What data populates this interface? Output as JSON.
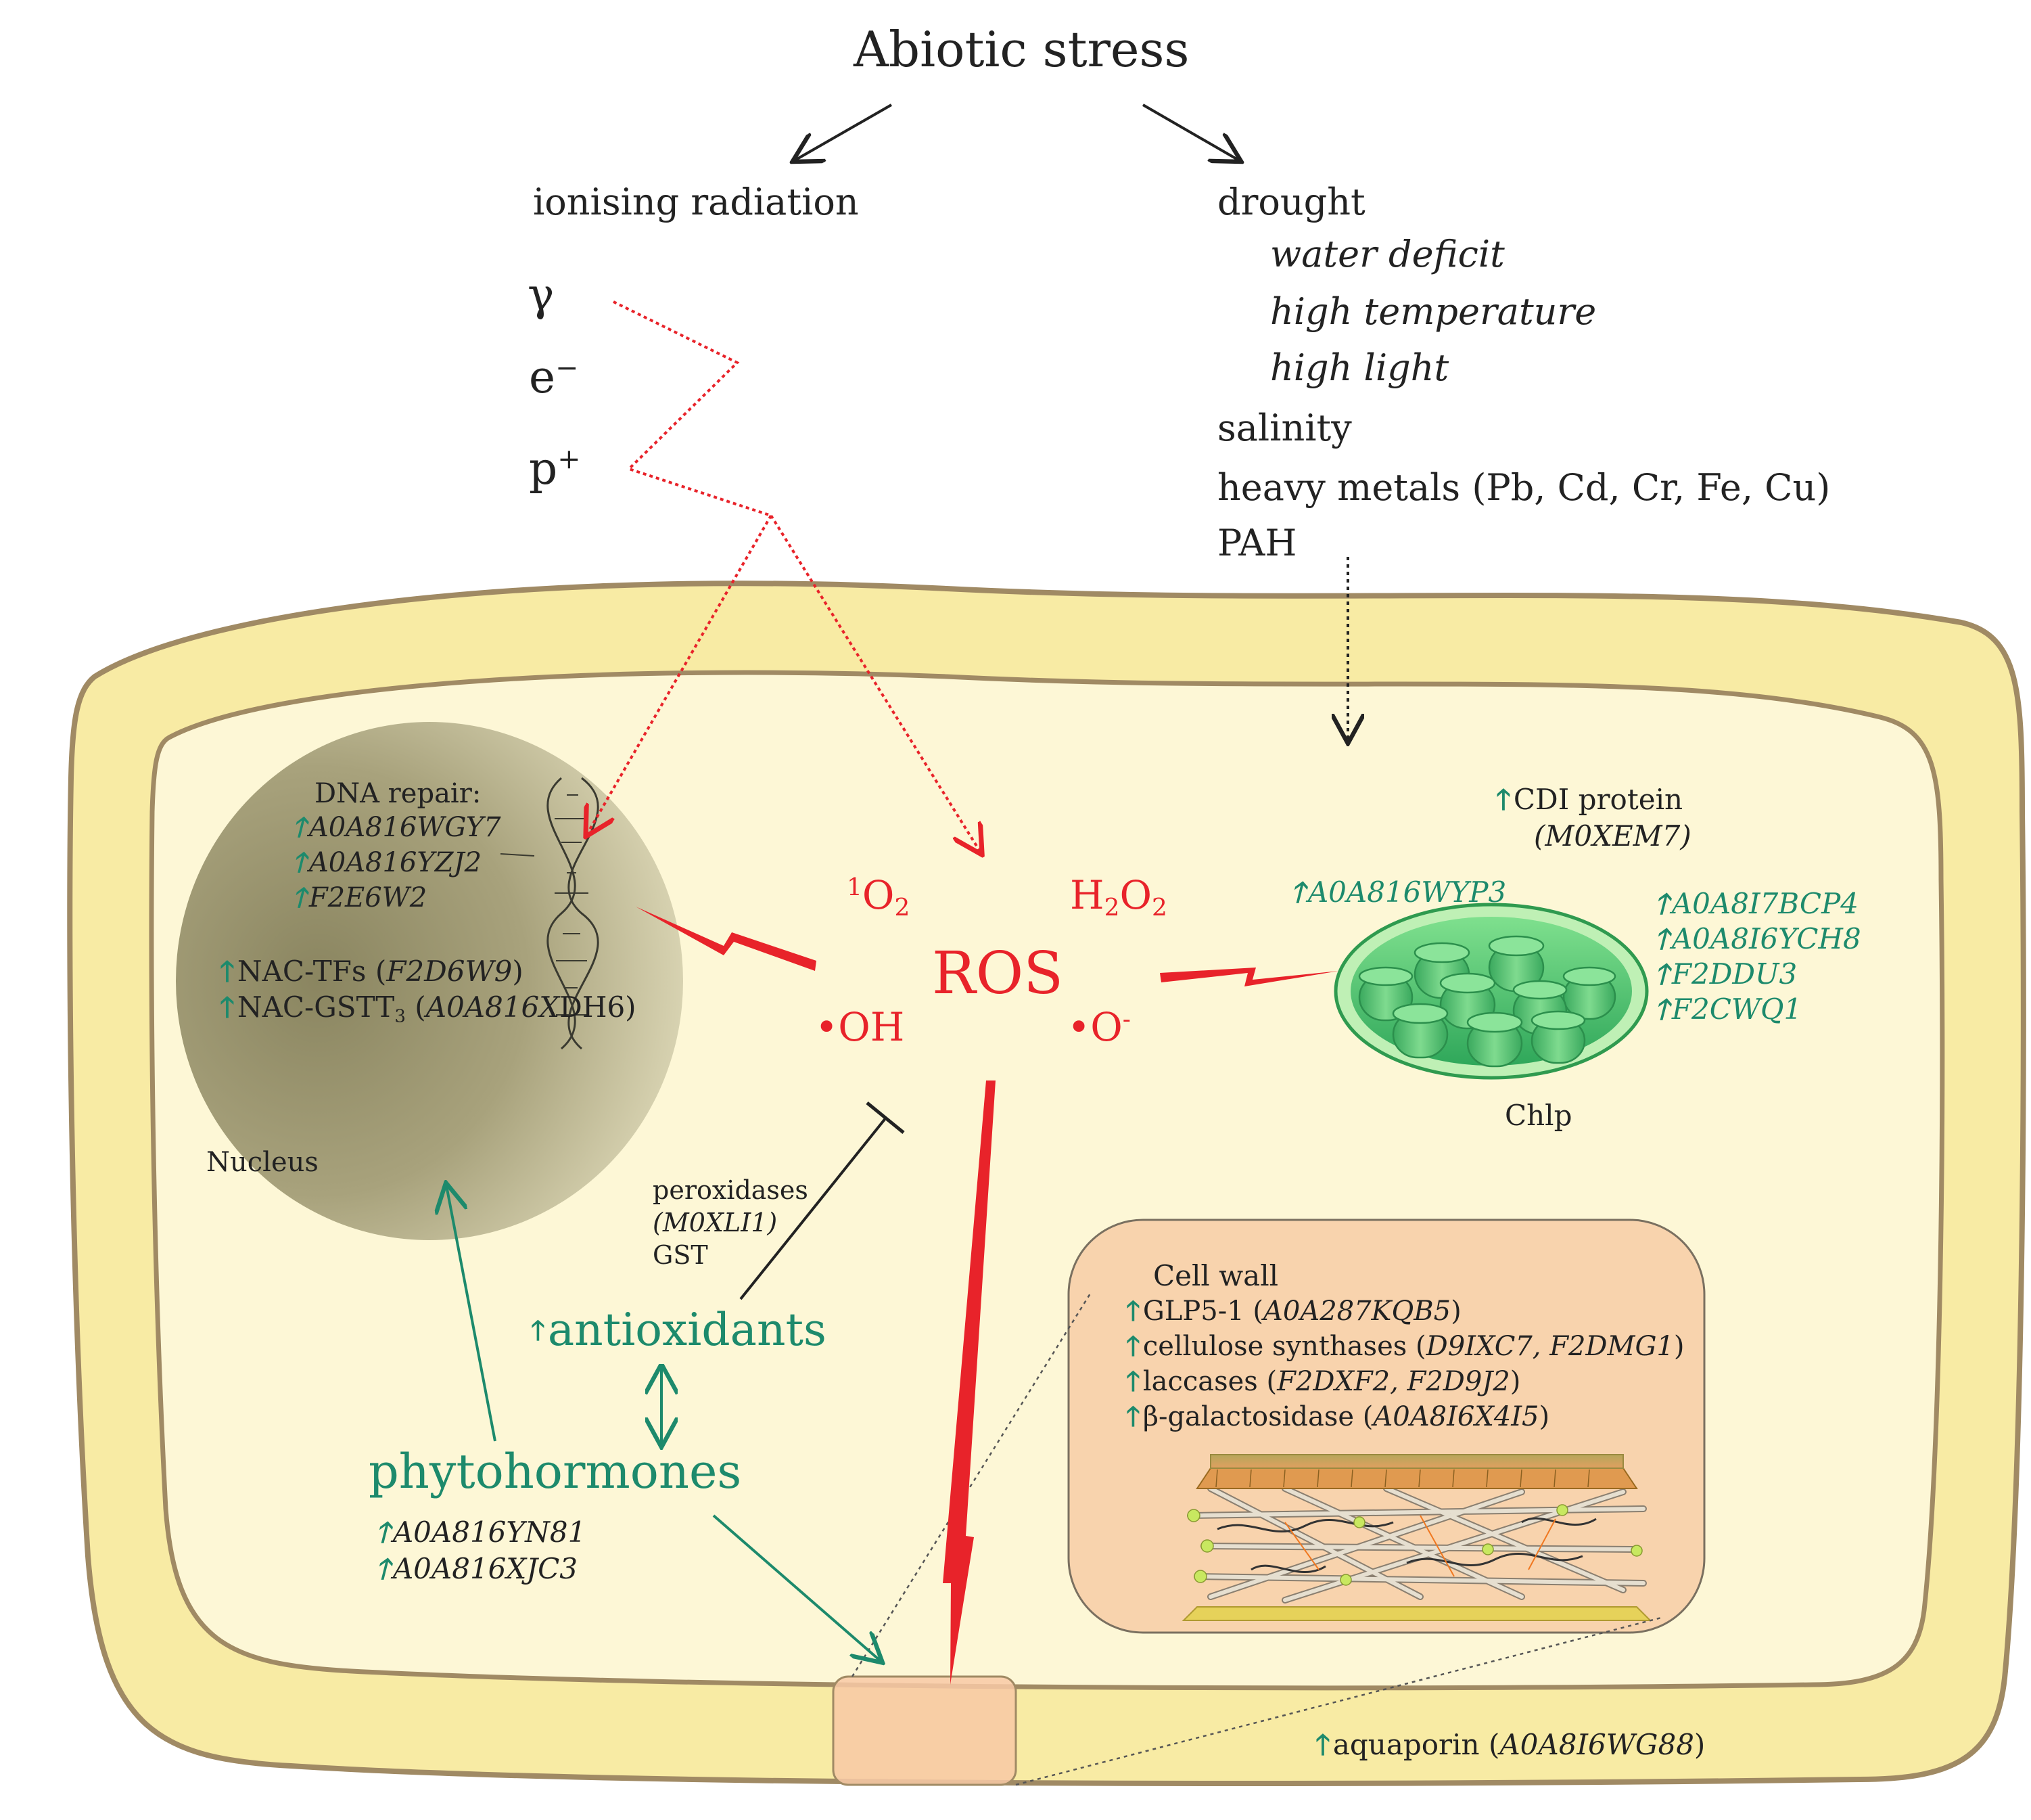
{
  "title": "Abiotic stress",
  "radiation": {
    "heading": "ionising radiation",
    "gamma": "γ",
    "electron": "e",
    "electron_sup": "−",
    "proton": "p",
    "proton_sup": "+"
  },
  "stressors": {
    "drought": "drought",
    "drought_sub": [
      "water deficit",
      "high temperature",
      "high light"
    ],
    "salinity": "salinity",
    "heavy_metals": "heavy metals (Pb, Cd, Cr, Fe, Cu)",
    "pah": "PAH"
  },
  "nucleus": {
    "label": "Nucleus",
    "dna_repair_title": "DNA repair:",
    "dna_repair_ids": [
      "A0A816WGY7",
      "A0A816YZJ2",
      "F2E6W2"
    ],
    "nac_tfs_label": "NAC-TFs (",
    "nac_tfs_id": "F2D6W9",
    "nac_tfs_close": ")",
    "nac_gstt_label": "NAC-GSTT",
    "nac_gstt_sub": "3",
    "nac_gstt_open": " (",
    "nac_gstt_id": "A0A816X",
    "nac_gstt_id2": "DH6)"
  },
  "ros": {
    "center": "ROS",
    "singlet_sup": "1",
    "singlet_o": "O",
    "singlet_sub": "2",
    "h": "H",
    "h_sub": "2",
    "o": "O",
    "o_sub": "2",
    "hydroxyl": "•OH",
    "superoxide": "•O",
    "superoxide_sup": "-"
  },
  "chloroplast": {
    "label": "Chlp",
    "cdi_protein": "CDI protein",
    "cdi_id": "(M0XEM7)",
    "left_id": "A0A816WYP3",
    "ids": [
      "A0A8I7BCP4",
      "A0A8I6YCH8",
      "F2DDU3",
      "F2CWQ1"
    ]
  },
  "antioxidants": {
    "label": "antioxidants",
    "peroxidases": "peroxidases",
    "peroxidase_id": "(M0XLI1)",
    "gst": "GST"
  },
  "phytohormones": {
    "label": "phytohormones",
    "ids": [
      "A0A816YN81",
      "A0A816XJC3"
    ]
  },
  "cell_wall": {
    "title": "Cell wall",
    "items": [
      {
        "name": "GLP5-1 (",
        "ids": "A0A287KQB5",
        "close": ")"
      },
      {
        "name": "cellulose synthases (",
        "ids": "D9IXC7, F2DMG1",
        "close": ")"
      },
      {
        "name": "laccases (",
        "ids": "F2DXF2, F2D9J2",
        "close": ")"
      },
      {
        "name": "β-galactosidase (",
        "ids": "A0A8I6X4I5",
        "close": ")"
      }
    ]
  },
  "aquaporin": {
    "label": "aquaporin (",
    "id": "A0A8I6WG88",
    "close": ")"
  },
  "colors": {
    "outer_wall": "#f8eba4",
    "cytoplasm": "#fdf7d6",
    "membrane_stroke": "#a08a64",
    "nucleus_dark": "#8a8560",
    "nucleus_light": "#d8d3b0",
    "ros_red": "#e8232a",
    "green": "#1d8a6c",
    "cell_wall_box": "#f8d3ad",
    "chloroplast": "#3fbf6a"
  }
}
